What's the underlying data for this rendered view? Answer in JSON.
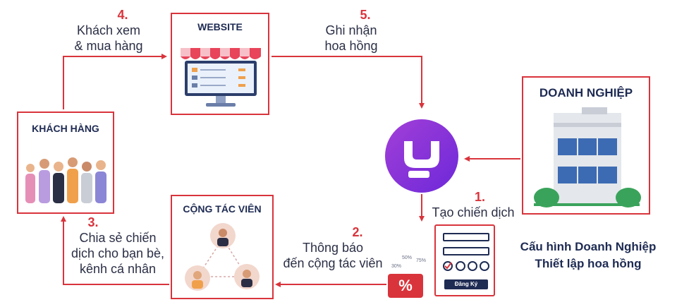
{
  "boxes": {
    "website": "WEBSITE",
    "customer": "KHÁCH HÀNG",
    "affiliate": "CỘNG TÁC VIÊN",
    "business": "DOANH NGHIỆP"
  },
  "steps": [
    {
      "num": "1.",
      "label": "Tạo chiến dịch"
    },
    {
      "num": "2.",
      "label": "Thông báo\nđến cộng tác viên"
    },
    {
      "num": "3.",
      "label": "Chia sẻ chiến\ndịch cho bạn bè,\nkênh cá nhân"
    },
    {
      "num": "4.",
      "label": "Khách xem\n& mua hàng"
    },
    {
      "num": "5.",
      "label": "Ghi nhận\nhoa hồng"
    }
  ],
  "business_caption": {
    "line1": "Cấu hình Doanh Nghiệp",
    "line2": "Thiết lập hoa hồng"
  },
  "form": {
    "button": "Đăng Ký"
  },
  "discount_tag": "%",
  "percent_marks": [
    "30%",
    "50%",
    "75%"
  ],
  "colors": {
    "accent": "#d9343c",
    "navy": "#1e2b53",
    "logo_purple": "#8a2be2"
  },
  "icons": {
    "center_logo": "brand-logo-icon",
    "website": "monitor-shop-icon",
    "business": "office-building-icon"
  }
}
